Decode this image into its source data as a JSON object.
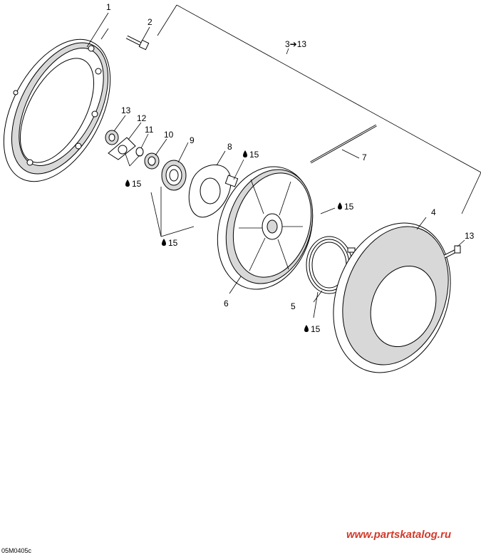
{
  "callouts": {
    "c1": "1",
    "c2": "2",
    "c3_13": "3➔13",
    "c4": "4",
    "c5": "5",
    "c6": "6",
    "c7": "7",
    "c8": "8",
    "c9": "9",
    "c10": "10",
    "c11": "11",
    "c12": "12",
    "c13_left": "13",
    "c13_right": "13"
  },
  "lubricant": {
    "l1": "15",
    "l2": "15",
    "l3": "15",
    "l4": "15",
    "l5": "15"
  },
  "watermark": "www.partskatalog.ru",
  "drawing_code": "05M0405c"
}
